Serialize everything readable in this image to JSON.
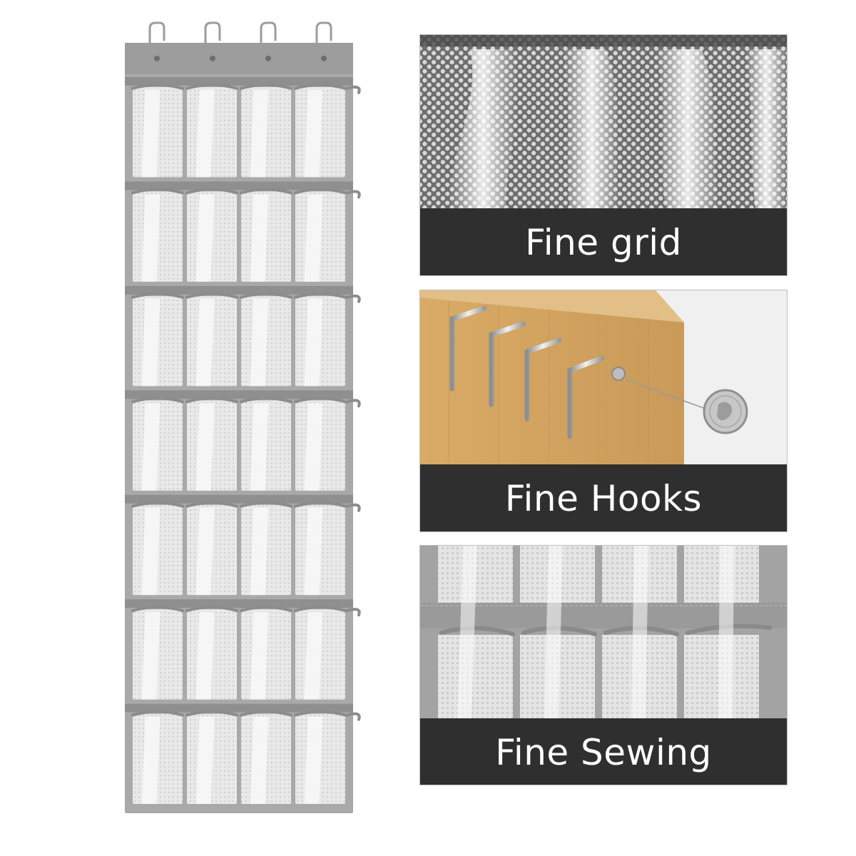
{
  "features": [
    {
      "caption": "Fine grid"
    },
    {
      "caption": "Fine Hooks"
    },
    {
      "caption": "Fine Sewing"
    }
  ],
  "organizer": {
    "rows": 7,
    "columns": 4,
    "hooks": 4
  },
  "colors": {
    "fabric": "#a9a9a9",
    "fabric_dark": "#8f8f8f",
    "mesh": "#e6e6e6",
    "mesh_light": "#f7f7f7",
    "caption_bg": "#2f2f2f",
    "wood": "#d6a865",
    "hook": "#b8b8b8"
  }
}
